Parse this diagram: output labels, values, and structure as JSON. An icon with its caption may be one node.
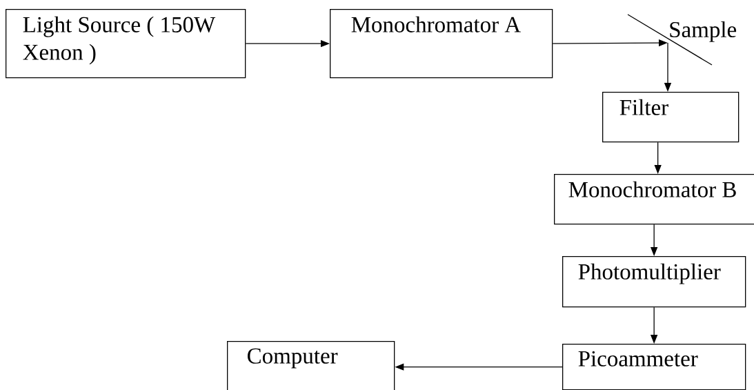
{
  "diagram": {
    "nodes": [
      {
        "text": [
          "Light Source ( 150W Xenon )"
        ]
      },
      {
        "text": [
          "Monochromator A"
        ]
      },
      {
        "text": [
          "Sample"
        ]
      },
      {
        "text": [
          "Filter"
        ]
      },
      {
        "text": [
          "Monochromator B"
        ]
      },
      {
        "text": [
          "Photomultiplier"
        ]
      },
      {
        "text": [
          "Picoammeter"
        ]
      },
      {
        "text": [
          "Computer"
        ]
      }
    ],
    "edges": [
      {
        "from": 0,
        "to": 1,
        "arrow": "to"
      },
      {
        "from": 1,
        "to": 2,
        "arrow": "to"
      },
      {
        "from": 2,
        "to": 3,
        "arrow": "to"
      },
      {
        "from": 3,
        "to": 4,
        "arrow": "to"
      },
      {
        "from": 4,
        "to": 5,
        "arrow": "to"
      },
      {
        "from": 5,
        "to": 6,
        "arrow": "to"
      },
      {
        "from": 6,
        "to": 7,
        "arrow": "to"
      }
    ]
  }
}
